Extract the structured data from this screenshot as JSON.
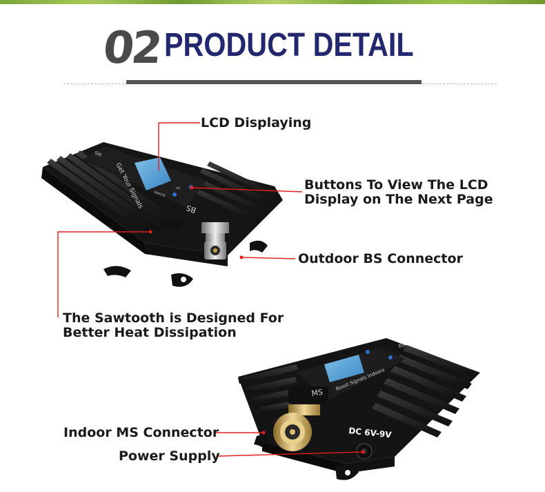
{
  "header": {
    "number": "02",
    "title": "PRODUCT DETAIL"
  },
  "device_top": {
    "brand_text": "Get Your Signals",
    "port_label": "BS",
    "corner_label": "MS",
    "button_up_label": "UP",
    "button_down_label": "DOWN"
  },
  "device_bottom": {
    "port_label": "MS",
    "brand_text": "Boost Signals Indoors",
    "power_label": "DC 6V-9V",
    "corner_label": "BS"
  },
  "callouts": {
    "lcd": "LCD Displaying",
    "buttons_line1": "Buttons To View The LCD",
    "buttons_line2": "Display on The Next Page",
    "outdoor": "Outdoor BS Connector",
    "sawtooth_line1": "The Sawtooth is Designed For",
    "sawtooth_line2": "Better Heat Dissipation",
    "indoor": "Indoor MS Connector",
    "power": "Power Supply"
  },
  "colors": {
    "title_blue": "#23276e",
    "number_gray": "#4a4a4a",
    "callout_red": "#e01e1e",
    "device_black": "#1c1c1c"
  }
}
